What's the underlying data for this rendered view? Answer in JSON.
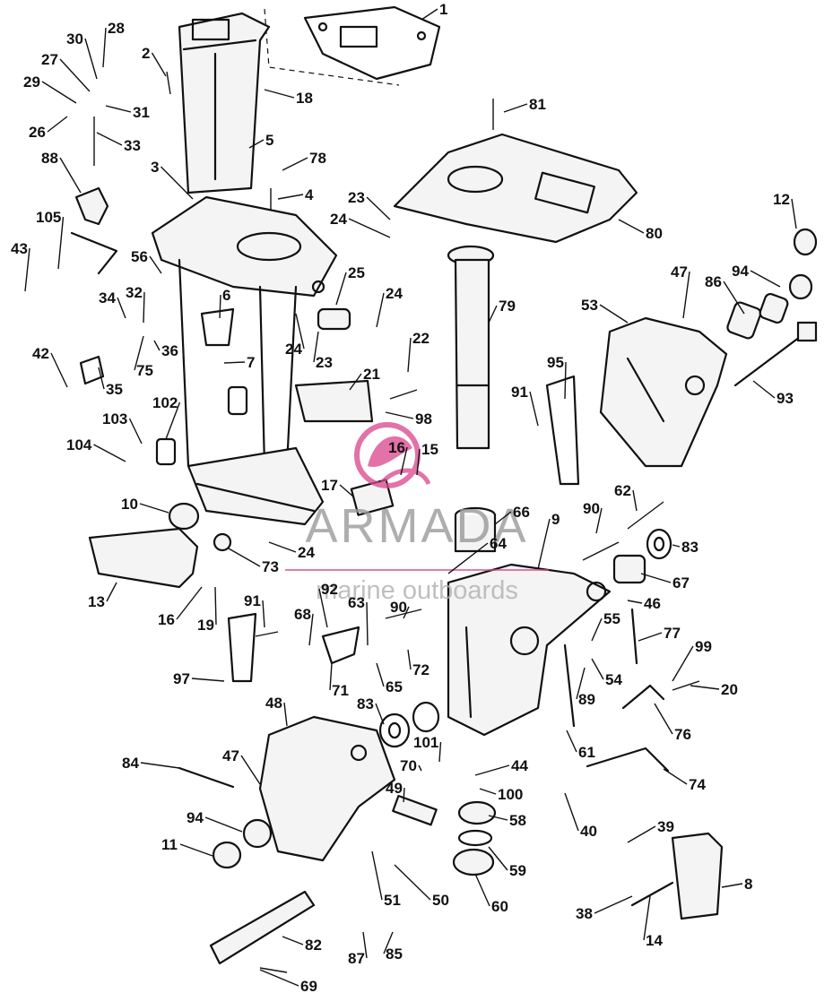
{
  "watermark": {
    "brand": "ARMADA",
    "tagline": "marine outboards",
    "logo_color": "#d9448a"
  },
  "part_numbers": [
    {
      "id": "1"
    },
    {
      "id": "2"
    },
    {
      "id": "3"
    },
    {
      "id": "4"
    },
    {
      "id": "5"
    },
    {
      "id": "6"
    },
    {
      "id": "7"
    },
    {
      "id": "8"
    },
    {
      "id": "9"
    },
    {
      "id": "10"
    },
    {
      "id": "11"
    },
    {
      "id": "12"
    },
    {
      "id": "13"
    },
    {
      "id": "14"
    },
    {
      "id": "15"
    },
    {
      "id": "16a"
    },
    {
      "id": "16b"
    },
    {
      "id": "17"
    },
    {
      "id": "18"
    },
    {
      "id": "19"
    },
    {
      "id": "20"
    },
    {
      "id": "21"
    },
    {
      "id": "22"
    },
    {
      "id": "23a"
    },
    {
      "id": "23b"
    },
    {
      "id": "24a"
    },
    {
      "id": "24b"
    },
    {
      "id": "24c"
    },
    {
      "id": "24d"
    },
    {
      "id": "25"
    },
    {
      "id": "26"
    },
    {
      "id": "27"
    },
    {
      "id": "28"
    },
    {
      "id": "29"
    },
    {
      "id": "30"
    },
    {
      "id": "31"
    },
    {
      "id": "32"
    },
    {
      "id": "33"
    },
    {
      "id": "34"
    },
    {
      "id": "35"
    },
    {
      "id": "36"
    },
    {
      "id": "38"
    },
    {
      "id": "39"
    },
    {
      "id": "40"
    },
    {
      "id": "42"
    },
    {
      "id": "43"
    },
    {
      "id": "44"
    },
    {
      "id": "46"
    },
    {
      "id": "47a"
    },
    {
      "id": "47b"
    },
    {
      "id": "48"
    },
    {
      "id": "49"
    },
    {
      "id": "50"
    },
    {
      "id": "51"
    },
    {
      "id": "53"
    },
    {
      "id": "54"
    },
    {
      "id": "55"
    },
    {
      "id": "56"
    },
    {
      "id": "58"
    },
    {
      "id": "59"
    },
    {
      "id": "60"
    },
    {
      "id": "61"
    },
    {
      "id": "62"
    },
    {
      "id": "63"
    },
    {
      "id": "64"
    },
    {
      "id": "65"
    },
    {
      "id": "66"
    },
    {
      "id": "67"
    },
    {
      "id": "68"
    },
    {
      "id": "69"
    },
    {
      "id": "70"
    },
    {
      "id": "71"
    },
    {
      "id": "72"
    },
    {
      "id": "73"
    },
    {
      "id": "74"
    },
    {
      "id": "75"
    },
    {
      "id": "76"
    },
    {
      "id": "77"
    },
    {
      "id": "78"
    },
    {
      "id": "79"
    },
    {
      "id": "80"
    },
    {
      "id": "81"
    },
    {
      "id": "82"
    },
    {
      "id": "83a"
    },
    {
      "id": "83b"
    },
    {
      "id": "84"
    },
    {
      "id": "85"
    },
    {
      "id": "86"
    },
    {
      "id": "87"
    },
    {
      "id": "88"
    },
    {
      "id": "89"
    },
    {
      "id": "90a"
    },
    {
      "id": "90b"
    },
    {
      "id": "91a"
    },
    {
      "id": "91b"
    },
    {
      "id": "92"
    },
    {
      "id": "93"
    },
    {
      "id": "94a"
    },
    {
      "id": "94b"
    },
    {
      "id": "95"
    },
    {
      "id": "97"
    },
    {
      "id": "98"
    },
    {
      "id": "99"
    },
    {
      "id": "100"
    },
    {
      "id": "101"
    },
    {
      "id": "102"
    },
    {
      "id": "103"
    },
    {
      "id": "104"
    },
    {
      "id": "105"
    }
  ],
  "labels": {
    "1": "1",
    "2": "2",
    "3": "3",
    "4": "4",
    "5": "5",
    "6": "6",
    "7": "7",
    "8": "8",
    "9": "9",
    "10": "10",
    "11": "11",
    "12": "12",
    "13": "13",
    "14": "14",
    "15": "15",
    "16a": "16",
    "16b": "16",
    "17": "17",
    "18": "18",
    "19": "19",
    "20": "20",
    "21": "21",
    "22": "22",
    "23a": "23",
    "23b": "23",
    "24a": "24",
    "24b": "24",
    "24c": "24",
    "24d": "24",
    "25": "25",
    "26": "26",
    "27": "27",
    "28": "28",
    "29": "29",
    "30": "30",
    "31": "31",
    "32": "32",
    "33": "33",
    "34": "34",
    "35": "35",
    "36": "36",
    "38": "38",
    "39": "39",
    "40": "40",
    "42": "42",
    "43": "43",
    "44": "44",
    "46": "46",
    "47a": "47",
    "47b": "47",
    "48": "48",
    "49": "49",
    "50": "50",
    "51": "51",
    "53": "53",
    "54": "54",
    "55": "55",
    "56": "56",
    "58": "58",
    "59": "59",
    "60": "60",
    "61": "61",
    "62": "62",
    "63": "63",
    "64": "64",
    "65": "65",
    "66": "66",
    "67": "67",
    "68": "68",
    "69": "69",
    "70": "70",
    "71": "71",
    "72": "72",
    "73": "73",
    "74": "74",
    "75": "75",
    "76": "76",
    "77": "77",
    "78": "78",
    "79": "79",
    "80": "80",
    "81": "81",
    "82": "82",
    "83a": "83",
    "83b": "83",
    "84": "84",
    "85": "85",
    "86": "86",
    "87": "87",
    "88": "88",
    "89": "89",
    "90a": "90",
    "90b": "90",
    "91a": "91",
    "91b": "91",
    "92": "92",
    "93": "93",
    "94a": "94",
    "94b": "94",
    "95": "95",
    "97": "97",
    "98": "98",
    "99": "99",
    "100": "100",
    "101": "101",
    "102": "102",
    "103": "103",
    "104": "104",
    "105": "105"
  }
}
